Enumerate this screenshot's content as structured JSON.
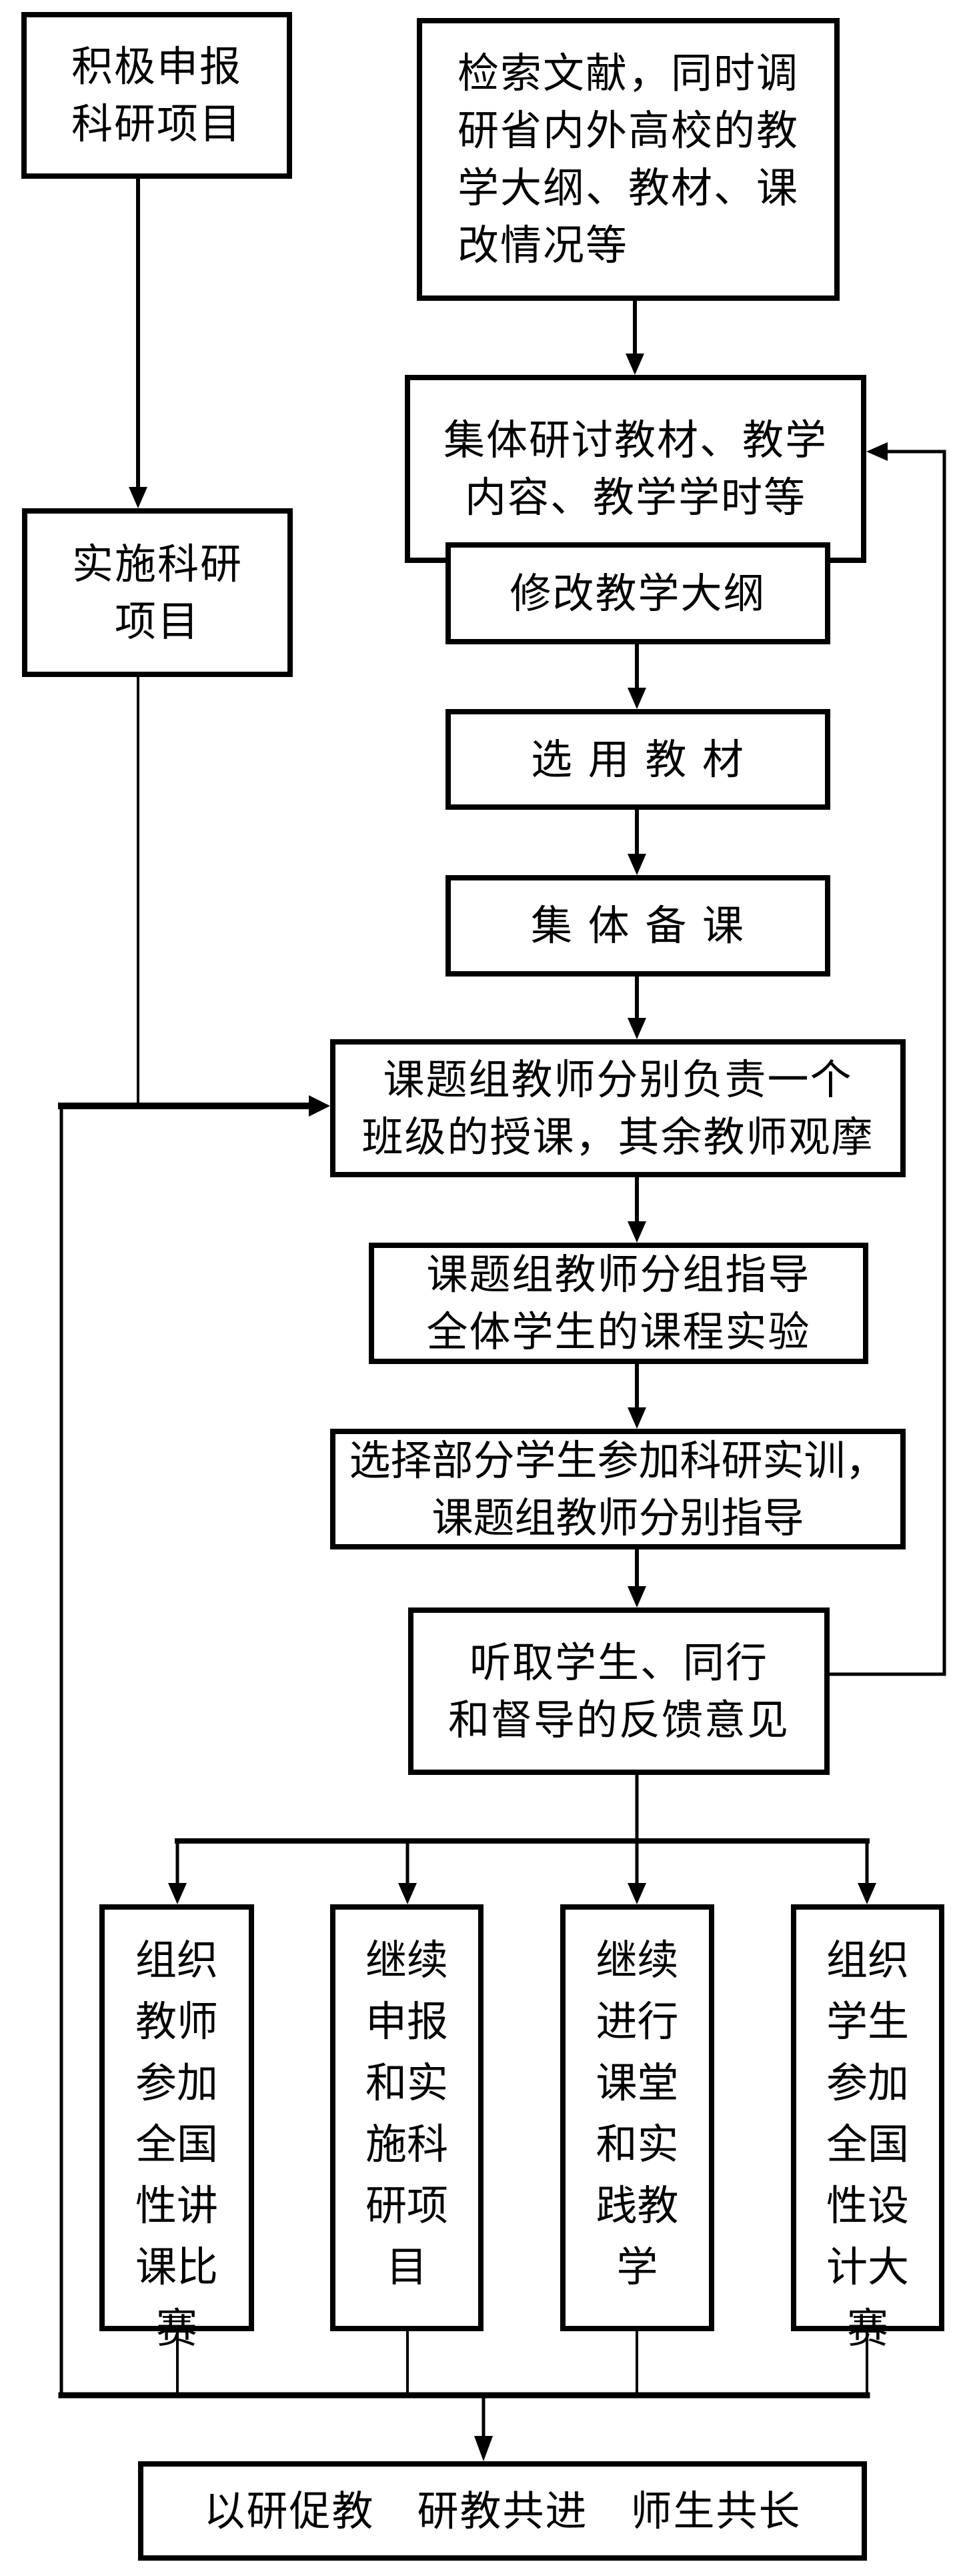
{
  "diagram": {
    "nodes": {
      "apply_research": "积极申报科研项目",
      "implement_research": "实施科研项目",
      "literature_survey": "检索文献，同时调研省内外高校的教学大纲、教材、课改情况等",
      "group_discussion": "集体研讨教材、教学内容、教学学时等",
      "revise_syllabus": "修改教学大纲",
      "select_textbook": "选 用 教 材",
      "collective_prep": "集 体 备 课",
      "teaching_observe": "课题组教师分别负责一个班级的授课，其余教师观摩",
      "group_experiment": "课题组教师分组指导全体学生的课程实验",
      "research_training": "选择部分学生参加科研实训，课题组教师分别指导",
      "feedback": "听取学生、同行和督导的反馈意见",
      "branch_1": "组织教师参加全国性讲课比赛",
      "branch_2": "继续申报和实施科研项目",
      "branch_3": "继续进行课堂和实践教学",
      "branch_4": "组织学生参加全国性设计大赛",
      "outcome": "以研促教　研教共进　师生共长"
    },
    "lines": {
      "literature_survey": [
        "检索文献，同时调",
        "研省内外高校的教",
        "学大纲、教材、课",
        "改情况等"
      ],
      "group_discussion": [
        "集体研讨教材、教学",
        "内容、教学学时等"
      ],
      "apply_research": [
        "积极申报",
        "科研项目"
      ],
      "implement_research": [
        "实施科研",
        "项目"
      ],
      "teaching_observe": [
        "课题组教师分别负责一个",
        "班级的授课，其余教师观摩"
      ],
      "group_experiment": [
        "课题组教师分组指导",
        "全体学生的课程实验"
      ],
      "research_training": [
        "选择部分学生参加科研实训，",
        "课题组教师分别指导"
      ],
      "feedback": [
        "听取学生、同行",
        "和督导的反馈意见"
      ]
    },
    "colors": {
      "stroke": "#000000",
      "background": "#ffffff"
    }
  }
}
